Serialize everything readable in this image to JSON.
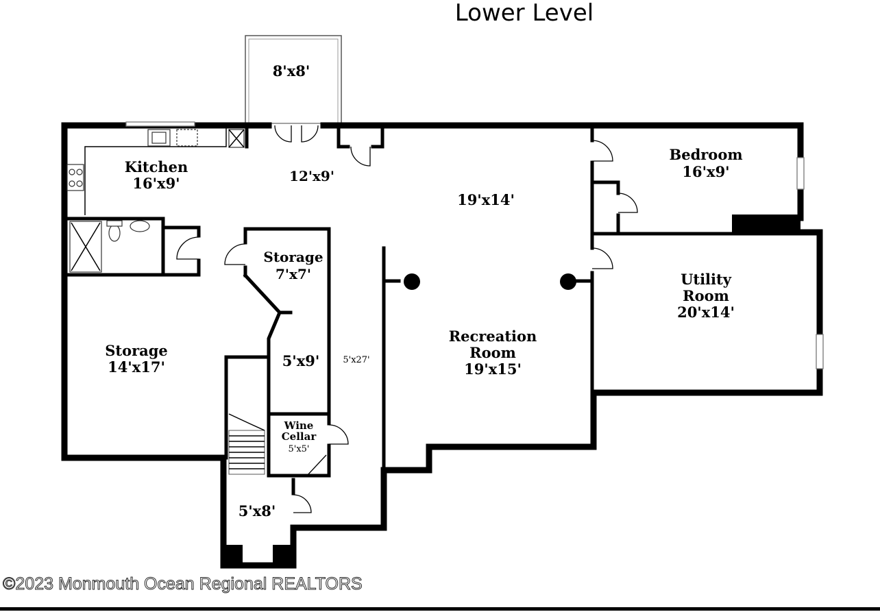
{
  "title": "Lower Level",
  "rooms": {
    "deck": {
      "size": "8'x8'"
    },
    "kitchen": {
      "name": "Kitchen",
      "size": "16'x9'"
    },
    "hall": {
      "size": "12'x9'"
    },
    "family": {
      "size": "19'x14'"
    },
    "bedroom": {
      "name": "Bedroom",
      "size": "16'x9'"
    },
    "storage_small": {
      "name": "Storage",
      "size": "7'x7'"
    },
    "utility": {
      "name_line1": "Utility",
      "name_line2": "Room",
      "size": "20'x14'"
    },
    "storage_large": {
      "name": "Storage",
      "size": "14'x17'"
    },
    "closet": {
      "size": "5'x9'"
    },
    "corridor": {
      "size": "5'x27'"
    },
    "recreation": {
      "name_line1": "Recreation",
      "name_line2": "Room",
      "size": "19'x15'"
    },
    "wine_cellar": {
      "name_line1": "Wine",
      "name_line2": "Cellar",
      "size": "5'x5'"
    },
    "foyer": {
      "size": "5'x8'"
    }
  },
  "watermark": "©2023 Monmouth Ocean Regional REALTORS"
}
